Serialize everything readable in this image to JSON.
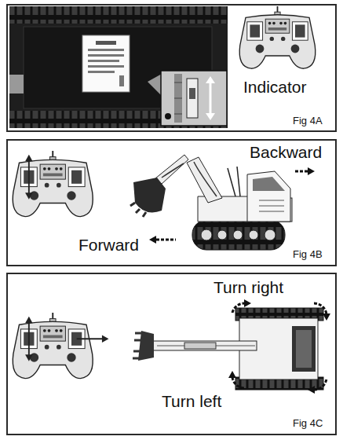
{
  "diagram": {
    "nodes": [
      {
        "text": [
          "Indicator",
          "Fig 4A"
        ]
      },
      {
        "text": [
          "Backward",
          "Forward",
          "Fig 4B"
        ]
      },
      {
        "text": [
          "Turn right",
          "Turn left",
          "Fig 4C"
        ]
      }
    ]
  }
}
